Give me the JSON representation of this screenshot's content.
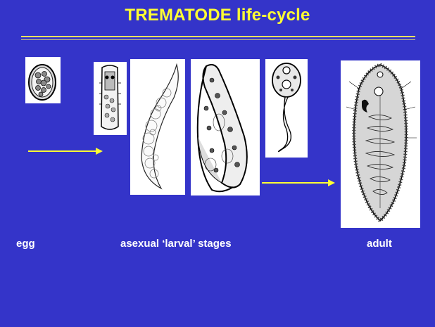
{
  "slide": {
    "title": "TREMATODE life-cycle",
    "labels": {
      "egg": "egg",
      "larval": "asexual  ‘larval’ stages",
      "adult": "adult"
    }
  },
  "colors": {
    "background": "#3434c9",
    "title": "#ffff33",
    "arrow": "#ffff33",
    "label": "#ffffff"
  },
  "images": [
    {
      "name": "egg-illustration"
    },
    {
      "name": "miracidium-illustration"
    },
    {
      "name": "sporocyst-illustration"
    },
    {
      "name": "redia-illustration"
    },
    {
      "name": "cercaria-illustration"
    },
    {
      "name": "adult-fluke-illustration"
    }
  ]
}
